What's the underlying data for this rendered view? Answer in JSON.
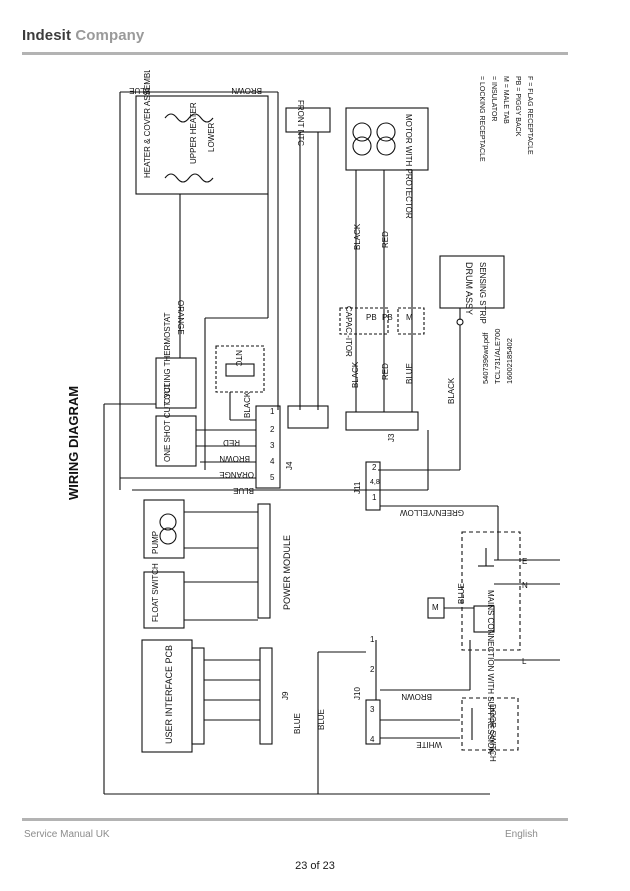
{
  "header": {
    "brand_primary": "Indesit",
    "brand_secondary": "Company"
  },
  "footer": {
    "left": "Service Manual UK",
    "right": "English",
    "page": "23 of 23"
  },
  "diagram": {
    "title": "WIRING DIAGRAM",
    "components": {
      "heater_assembly": "HEATER & COVER ASSEMBLY",
      "upper_heater": "UPPER HEATER",
      "lower_heater": "LOWER",
      "front_ntc": "FRONT NTC",
      "motor": "MOTOR WITH PROTECTOR",
      "cycling_thermostat": "CYCLING THERMOSTAT",
      "one_shot_cutout": "ONE SHOT CUT OUT",
      "ntc": "NTC",
      "capacitor": "CAPAC -ITOR",
      "drum_assy": "DRUM ASSY",
      "sensing_strip": "SENSING STRIP",
      "pump": "PUMP",
      "float_switch": "FLOAT SWITCH",
      "user_interface": "USER INTERFACE PCB",
      "power_module": "POWER MODULE",
      "mains_connection": "MAINS CONNECTION WITH SUPPRESSION",
      "door_switch": "DOOR SWITCH"
    },
    "connectors": {
      "j4": "J4",
      "j3": "J3",
      "j11": "J11",
      "j9": "J9",
      "j10": "J10"
    },
    "wires": {
      "blue": "BLUE",
      "brown": "BROWN",
      "orange": "ORANGE",
      "black": "BLACK",
      "red": "RED",
      "white": "WHITE",
      "green_yellow": "GREEN/YELLOW"
    },
    "pins": {
      "p1": "1",
      "p2": "2",
      "p3": "3",
      "p4": "4",
      "p5": "5",
      "p48": "4,8",
      "m": "M",
      "pb": "PB"
    },
    "terminals": {
      "e": "E",
      "n": "N",
      "l": "L"
    },
    "legend": [
      "= LOCKING RECEPTACLE",
      "= INSULATOR",
      "M = MALE TAB",
      "PB = PIGGY BACK",
      "F = FLAG RECEPTACLE"
    ],
    "doc_refs": [
      "5407396wd.pdf",
      "TCL731/ALE700",
      "16002185402"
    ]
  }
}
